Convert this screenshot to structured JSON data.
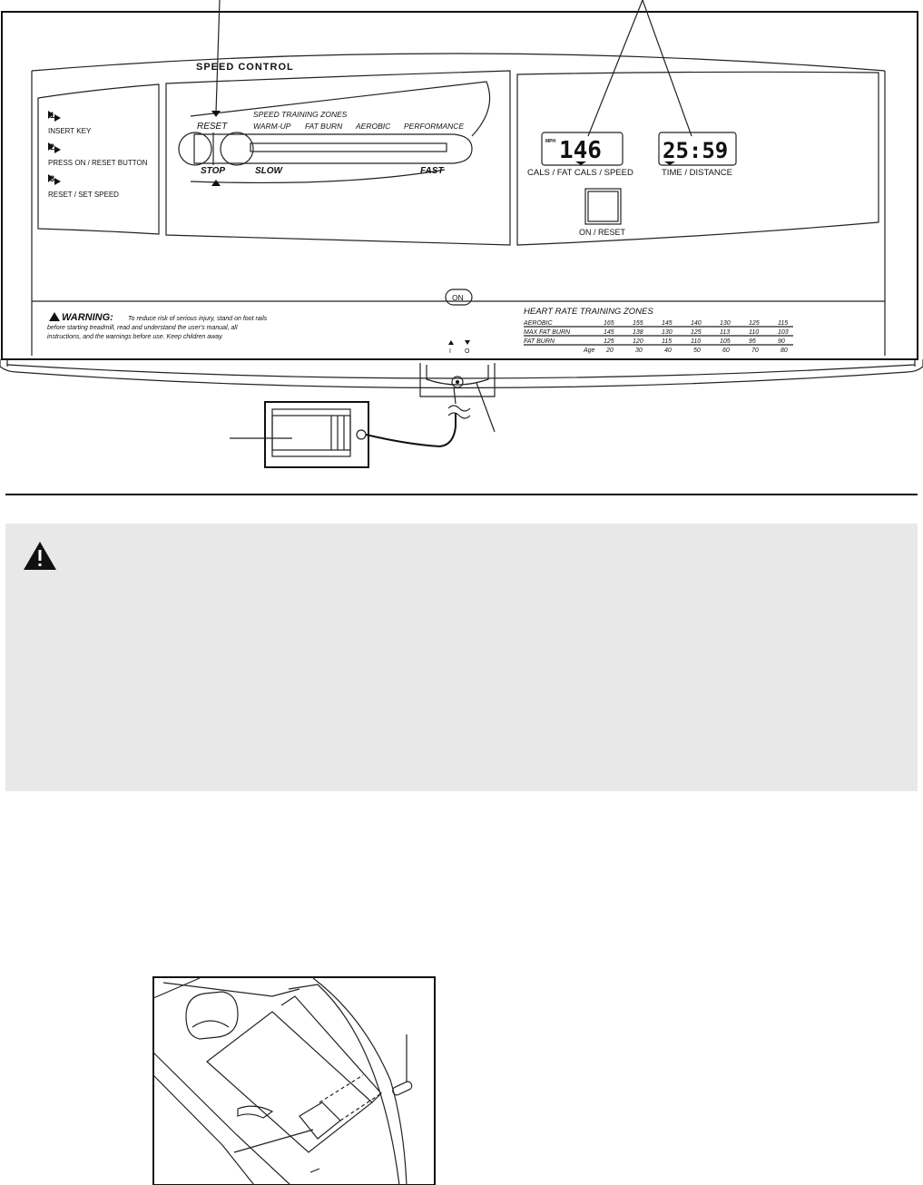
{
  "console": {
    "speed_control_title": "SPEED CONTROL",
    "steps": [
      {
        "number": "1",
        "label": "INSERT KEY"
      },
      {
        "number": "2",
        "label": "PRESS ON / RESET BUTTON"
      },
      {
        "number": "3",
        "label": "RESET / SET SPEED"
      }
    ],
    "slider": {
      "reset_label": "RESET",
      "stop_label": "STOP",
      "slow_label": "SLOW",
      "fast_label": "FAST",
      "zones_title": "SPEED TRAINING ZONES",
      "zones": [
        "WARM-UP",
        "FAT BURN",
        "AEROBIC",
        "PERFORMANCE"
      ]
    },
    "display_left": {
      "unit": "MPH",
      "value": "146",
      "label": "CALS / FAT CALS / SPEED"
    },
    "display_right": {
      "value": "25:59",
      "label": "TIME / DISTANCE"
    },
    "on_reset_label": "ON / RESET",
    "on_label": "ON",
    "warning": {
      "heading": "WARNING:",
      "line1": "To reduce risk of serious injury, stand on foot rails",
      "line2": "before starting treadmill, read and understand the user's manual, all",
      "line3": "instructions, and the warnings before use.  Keep children away."
    },
    "heart_rate": {
      "title": "HEART RATE TRAINING ZONES",
      "rows": [
        {
          "name": "AEROBIC",
          "values": [
            "165",
            "155",
            "145",
            "140",
            "130",
            "125",
            "115"
          ]
        },
        {
          "name": "MAX FAT BURN",
          "values": [
            "145",
            "138",
            "130",
            "125",
            "113",
            "110",
            "103"
          ]
        },
        {
          "name": "FAT BURN",
          "values": [
            "125",
            "120",
            "115",
            "110",
            "105",
            "95",
            "90"
          ]
        }
      ],
      "age_label": "Age",
      "ages": [
        "20",
        "30",
        "40",
        "50",
        "60",
        "70",
        "80"
      ]
    },
    "switch_symbols": {
      "on": "I",
      "off": "O"
    }
  }
}
